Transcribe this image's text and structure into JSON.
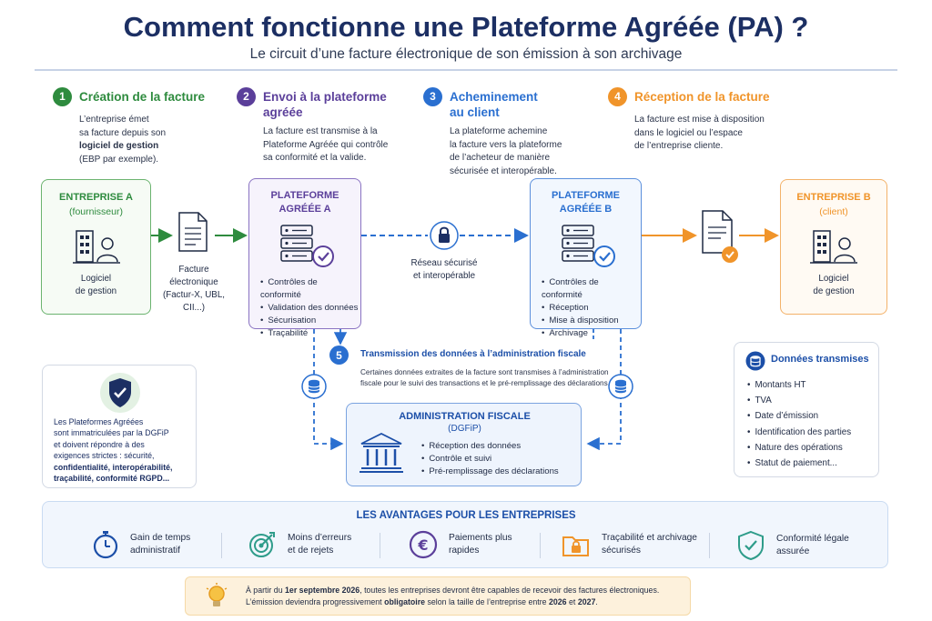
{
  "header": {
    "title": "Comment fonctionne une Plateforme Agréée (PA) ?",
    "subtitle": "Le circuit d’une facture électronique de son émission à son archivage"
  },
  "steps": [
    {
      "num": "1",
      "title": "Création de la facture",
      "lines": [
        "L’entreprise émet",
        "sa facture depuis son"
      ],
      "bold": "logiciel de gestion",
      "tail": "(EBP par exemple)."
    },
    {
      "num": "2",
      "title_l1": "Envoi à la plateforme",
      "title_l2": "agréée",
      "lines": [
        "La facture est transmise à la",
        "Plateforme Agréée qui contrôle",
        "sa conformité et la valide."
      ]
    },
    {
      "num": "3",
      "title_l1": "Acheminement",
      "title_l2": "au client",
      "lines": [
        "La plateforme achemine",
        "la facture vers la plateforme",
        "de l’acheteur de manière",
        "sécurisée et interopérable."
      ]
    },
    {
      "num": "4",
      "title": "Réception de la facture",
      "lines": [
        "La facture est mise à disposition",
        "dans le logiciel ou l’espace",
        "de l’entreprise cliente."
      ]
    }
  ],
  "entreprise_a": {
    "title": "ENTREPRISE A",
    "sub": "(fournisseur)",
    "label_l1": "Logiciel",
    "label_l2": "de gestion"
  },
  "facture": {
    "l1": "Facture",
    "l2": "électronique",
    "l3": "(Factur-X, UBL,",
    "l4": "CII...)"
  },
  "plateforme_a": {
    "title_l1": "PLATEFORME",
    "title_l2": "AGRÉÉE A",
    "items": [
      "Contrôles de conformité",
      "Validation des données",
      "Sécurisation",
      "Traçabilité"
    ]
  },
  "reseau": {
    "l1": "Réseau sécurisé",
    "l2": "et interopérable"
  },
  "plateforme_b": {
    "title_l1": "PLATEFORME",
    "title_l2": "AGRÉÉE B",
    "items": [
      "Contrôles de conformité",
      "Réception",
      "Mise à disposition",
      "Archivage"
    ]
  },
  "entreprise_b": {
    "title": "ENTREPRISE B",
    "sub": "(client)",
    "label_l1": "Logiciel",
    "label_l2": "de gestion"
  },
  "step5": {
    "num": "5",
    "title": "Transmission des données à l’administration fiscale",
    "text_l1": "Certaines données extraites de la facture sont transmises à l’administration",
    "text_l2": "fiscale pour le suivi des transactions et le pré-remplissage des déclarations."
  },
  "admin": {
    "title": "ADMINISTRATION FISCALE",
    "sub": "(DGFiP)",
    "items": [
      "Réception des données",
      "Contrôle et suivi",
      "Pré-remplissage des déclarations"
    ]
  },
  "immat": {
    "lines": [
      "Les Plateformes Agréées",
      "sont immatriculées par la DGFiP",
      "et doivent répondre à des",
      "exigences strictes : sécurité,",
      "confidentialité, interopérabilité,",
      "traçabilité, conformité RGPD..."
    ]
  },
  "donnees": {
    "title": "Données transmises",
    "items": [
      "Montants HT",
      "TVA",
      "Date d’émission",
      "Identification des parties",
      "Nature des opérations",
      "Statut de paiement..."
    ]
  },
  "avantages": {
    "title": "LES AVANTAGES POUR LES ENTREPRISES",
    "items": [
      {
        "l1": "Gain de temps",
        "l2": "administratif"
      },
      {
        "l1": "Moins d’erreurs",
        "l2": "et de rejets"
      },
      {
        "l1": "Paiements plus",
        "l2": "rapides"
      },
      {
        "l1": "Traçabilité et archivage",
        "l2": "sécurisés"
      },
      {
        "l1": "Conformité légale",
        "l2": "assurée"
      }
    ]
  },
  "footer": {
    "pre": "À partir du ",
    "date": "1er septembre 2026",
    "mid": ", toutes les entreprises devront être capables de recevoir des factures électroniques.",
    "l2_pre": "L’émission deviendra progressivement ",
    "l2_bold": "obligatoire",
    "l2_mid": " selon la taille de l’entreprise entre ",
    "y1": "2026",
    "and": " et ",
    "y2": "2027",
    "end": "."
  },
  "colors": {
    "green": "#2e8b3e",
    "purple": "#5b3f9a",
    "blue": "#2a6fd0",
    "orange": "#f0942a",
    "navy": "#1c2f63"
  }
}
